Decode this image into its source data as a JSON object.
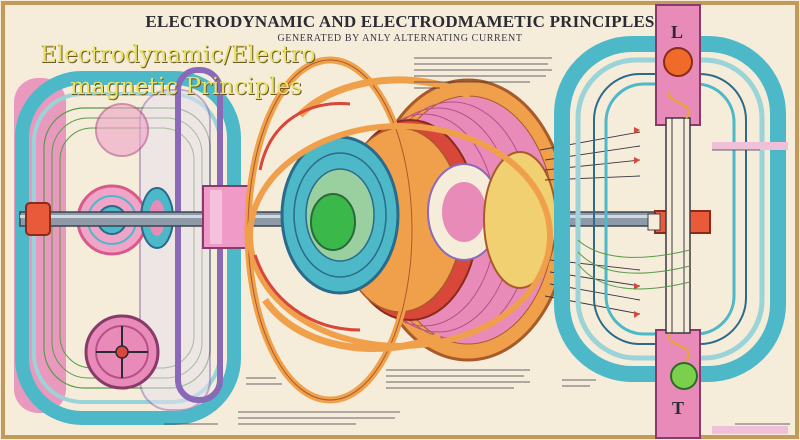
{
  "poster": {
    "title": "ELECTRODYNAMIC AND ELECTRODMAMETIC PRINCIPLES",
    "subtitle": "GENERATED BY ANLY ALTERNATING CURRENT",
    "overlay_title_line1": "Electrodynamic/Electro",
    "overlay_title_line2": "magnetic Principles",
    "pole_top_mark": "L",
    "pole_bottom_mark": "T"
  },
  "colors": {
    "background": "#f5ecda",
    "frame": "#c49a5c",
    "teal": "#4cb8c8",
    "pink": "#e88bb8",
    "orange": "#f0a04a",
    "red": "#d8473a",
    "overlay_text": "#e8e16a"
  }
}
